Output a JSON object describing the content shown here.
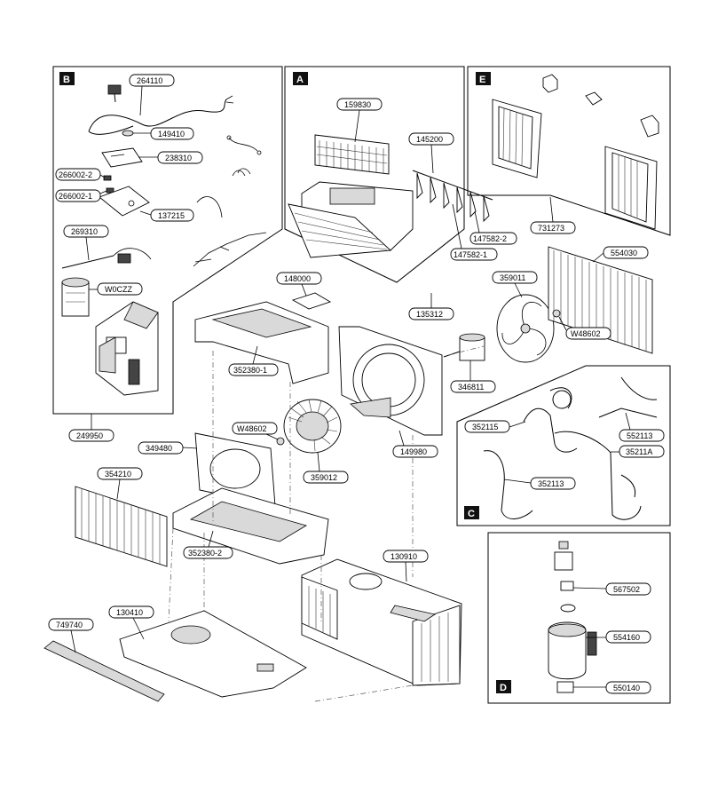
{
  "sections": {
    "A": {
      "letter": "A"
    },
    "B": {
      "letter": "B"
    },
    "C": {
      "letter": "C"
    },
    "D": {
      "letter": "D"
    },
    "E": {
      "letter": "E"
    }
  },
  "parts": {
    "p264110": "264110",
    "p149410": "149410",
    "p238310": "238310",
    "p266002_2": "266002-2",
    "p266002_1": "266002-1",
    "p137215": "137215",
    "p269310": "269310",
    "pW0CZZ": "W0CZZ",
    "p249950": "249950",
    "p159830": "159830",
    "p145200": "145200",
    "p147582_2": "147582-2",
    "p147582_1": "147582-1",
    "p135312": "135312",
    "p731273": "731273",
    "p554030": "554030",
    "p359011": "359011",
    "pW48602_a": "W48602",
    "p148000": "148000",
    "p352380_1": "352380-1",
    "p346811": "346811",
    "p149980": "149980",
    "pW48602_b": "W48602",
    "p349480": "349480",
    "p359012": "359012",
    "p354210": "354210",
    "p352380_2": "352380-2",
    "p352115": "352115",
    "p552113": "552113",
    "p35211A": "35211A",
    "p352113": "352113",
    "p130910": "130910",
    "p749740": "749740",
    "p130410": "130410",
    "p567502": "567502",
    "p554160": "554160",
    "p550140": "550140"
  }
}
